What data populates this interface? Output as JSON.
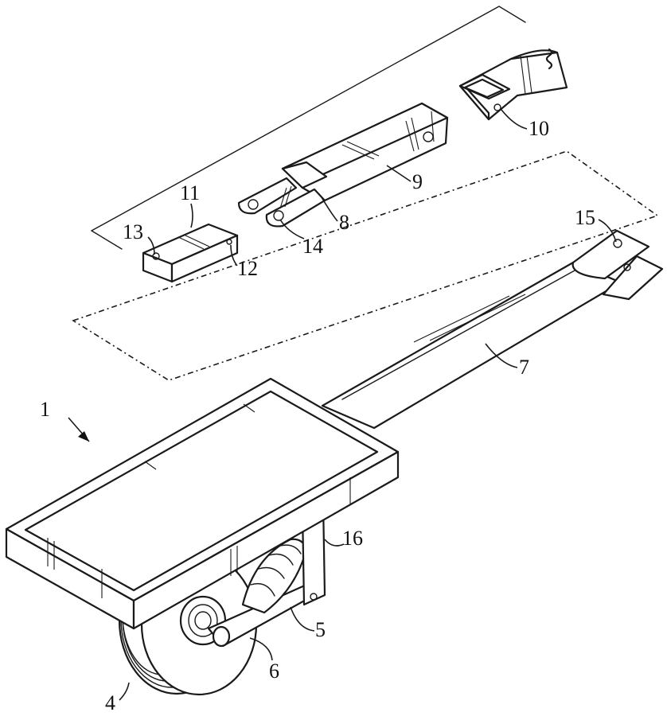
{
  "figure": {
    "reference_numerals": {
      "assembly": "1",
      "wheel": "4",
      "spring_member": "5",
      "axle_bracket": "6",
      "tow_bar": "7",
      "clevis_end": "8",
      "extension_bar": "9",
      "receiver_tube": "10",
      "coupling_block": "11",
      "block_hole_side": "12",
      "block_hole_top": "13",
      "clevis_hole": "14",
      "bar_end_hole": "15",
      "side_strut": "16"
    }
  }
}
